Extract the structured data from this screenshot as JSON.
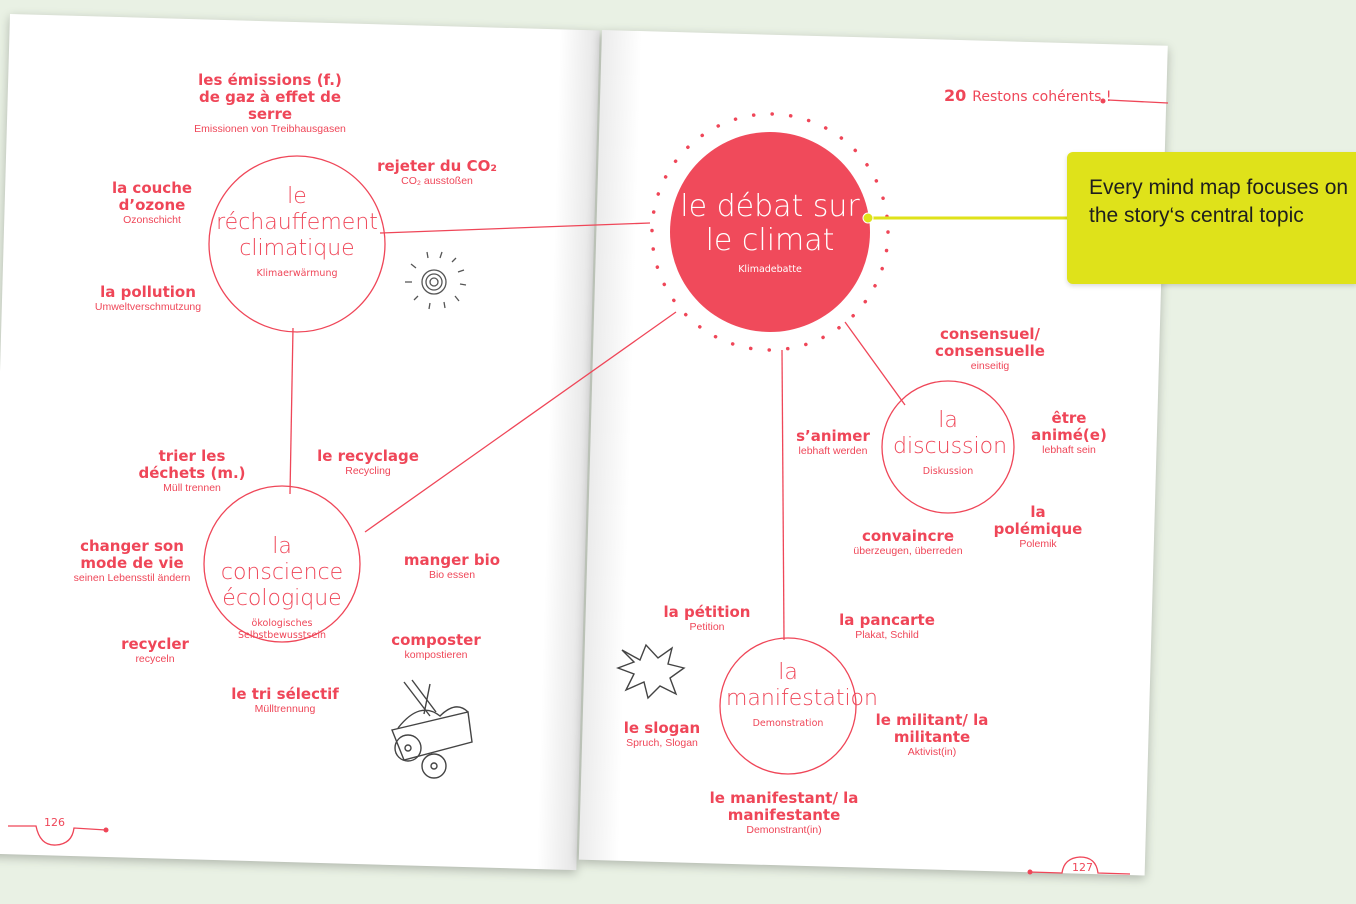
{
  "header": {
    "page_number": "20",
    "title": "Restons cohérents !"
  },
  "page_numbers": {
    "left": "126",
    "right": "127"
  },
  "central_topic": {
    "title": "le débat sur le climat",
    "translation": "Klimadebatte"
  },
  "hubs": {
    "warming": {
      "title": "le réchauffement climatique",
      "translation": "Klimaerwärmung"
    },
    "conscience": {
      "title": "la conscience écologique",
      "translation": "ökologisches Selbstbewusstsein"
    },
    "discussion": {
      "title": "la discussion",
      "translation": "Diskussion"
    },
    "manifestation": {
      "title": "la manifestation",
      "translation": "Demonstration"
    }
  },
  "terms": {
    "emissions": {
      "fr": "les émissions (f.) de gaz à effet de serre",
      "de": "Emissionen von Treibhausgasen"
    },
    "co2": {
      "fr": "rejeter du CO₂",
      "de": "CO₂ ausstoßen"
    },
    "ozone": {
      "fr": "la couche d’ozone",
      "de": "Ozonschicht"
    },
    "pollution": {
      "fr": "la pollution",
      "de": "Umweltverschmutzung"
    },
    "trier": {
      "fr": "trier les déchets (m.)",
      "de": "Müll trennen"
    },
    "recyclage": {
      "fr": "le recyclage",
      "de": "Recycling"
    },
    "changer": {
      "fr": "changer son mode de vie",
      "de": "seinen Lebensstil ändern"
    },
    "bio": {
      "fr": "manger bio",
      "de": "Bio essen"
    },
    "recycler": {
      "fr": "recycler",
      "de": "recyceln"
    },
    "composter": {
      "fr": "composter",
      "de": "kompostieren"
    },
    "tri": {
      "fr": "le tri sélectif",
      "de": "Mülltrennung"
    },
    "consensuel": {
      "fr": "consensuel/ consensuelle",
      "de": "einseitig"
    },
    "animer": {
      "fr": "s’animer",
      "de": "lebhaft werden"
    },
    "anime": {
      "fr": "être animé(e)",
      "de": "lebhaft sein"
    },
    "convaincre": {
      "fr": "convaincre",
      "de": "überzeugen, überreden"
    },
    "polemique": {
      "fr": "la polémique",
      "de": "Polemik"
    },
    "petition": {
      "fr": "la pétition",
      "de": "Petition"
    },
    "pancarte": {
      "fr": "la pancarte",
      "de": "Plakat, Schild"
    },
    "slogan": {
      "fr": "le slogan",
      "de": "Spruch, Slogan"
    },
    "militant": {
      "fr": "le militant/ la militante",
      "de": "Aktivist(in)"
    },
    "manifestant": {
      "fr": "le manifestant/ la manifestante",
      "de": "Demonstrant(in)"
    }
  },
  "callout": {
    "text": "Every mind map focuses on the story‘s central topic"
  },
  "colors": {
    "accent": "#ef4658",
    "callout_bg": "#dfe21a",
    "background": "#e9f1e4"
  },
  "icons": [
    "sun-icon",
    "speech-burst-icon",
    "compost-cart-icon"
  ]
}
